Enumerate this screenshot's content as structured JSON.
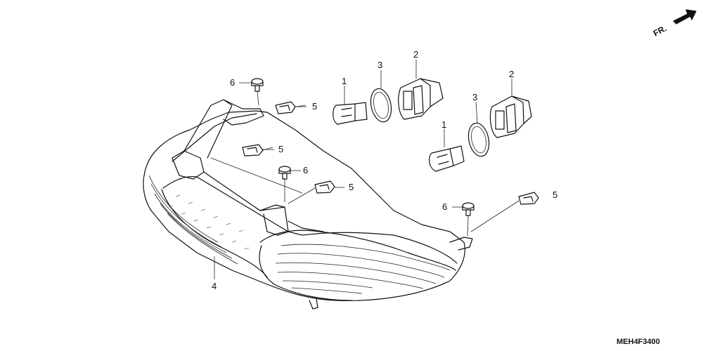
{
  "diagram": {
    "orientation_label": "FR.",
    "drawing_code": "MEH4F3400",
    "callouts": {
      "bulb_a": "1",
      "bulb_b": "1",
      "socket_a": "2",
      "socket_b": "2",
      "gasket_a": "3",
      "gasket_b": "3",
      "taillight_unit": "4",
      "clip_a": "5",
      "clip_b": "5",
      "clip_c": "5",
      "clip_d": "5",
      "screw_a": "6",
      "screw_b": "6",
      "screw_c": "6"
    }
  }
}
